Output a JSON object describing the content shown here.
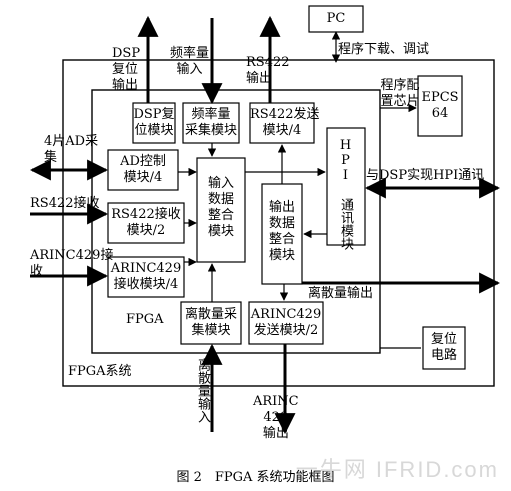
{
  "blocks": {
    "pc": "PC",
    "dsp_reset": "DSP复\n位模块",
    "freq_collect": "频率量\n采集模块",
    "rs422_send": "RS422发送\n模块/4",
    "hpi": "HPI\n通讯模块",
    "prog_chip": "程序配\n置芯片",
    "epcs": "EPCS\n64",
    "ad_ctrl": "AD控制\n模块/4",
    "input_merge": "输入\n数据\n整合\n模块",
    "output_merge": "输出\n数据\n整合\n模块",
    "rs422_recv": "RS422接收\n模块/2",
    "arinc_recv": "ARINC429\n接收模块/4",
    "discrete_collect": "离散量采\n集模块",
    "arinc_send": "ARINC429\n发送模块/2",
    "reset_circuit": "复位\n电路"
  },
  "labels": {
    "dsp_reset_out": "DSP\n复位\n输出",
    "freq_in": "频率量\n输入",
    "rs422_out": "RS422\n输出",
    "prog_download": "程序下载、调试",
    "ad4": "4片AD采\n集",
    "rs422_in": "RS422接收",
    "arinc_in": "ARINC429接\n收",
    "hpi_comm": "与DSP实现HPI通讯",
    "discrete_out": "离散量输出",
    "fpga": "FPGA",
    "fpga_system": "FPGA系统",
    "discrete_in": "离散量输入",
    "arinc_out": "ARINC\n429\n输出"
  },
  "caption": "图 2　FPGA 系统功能框图",
  "watermark": "一牛网 IFRID.com"
}
